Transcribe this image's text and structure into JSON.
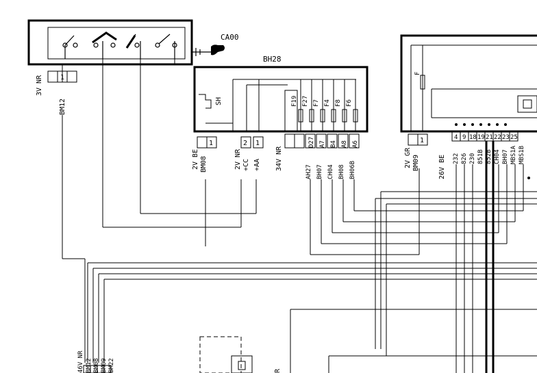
{
  "components": {
    "ignition_switch": {
      "connector_id": "CA00"
    },
    "fuse_box": {
      "id": "BH28",
      "fuses": [
        "F19",
        "F27",
        "F7",
        "F4",
        "F8",
        "F6"
      ],
      "shunt": "SH"
    },
    "right_unit": {
      "fuse_label": "F"
    }
  },
  "connectors": {
    "bm12": {
      "spec": "3V NR",
      "pins": [
        "",
        "1",
        ""
      ],
      "name": "BM12"
    },
    "bm08": {
      "spec": "2V BE",
      "pins": [
        "",
        "1"
      ],
      "name": "BM08"
    },
    "cc": {
      "spec": "2V NR",
      "pins": [
        "2",
        "1"
      ],
      "wires": [
        "+CC",
        "+AA"
      ]
    },
    "v34": {
      "spec": "34V NR",
      "pins": [
        "",
        "",
        "D27",
        "A7",
        "B4",
        "A8",
        "A6"
      ],
      "wires": [
        "AH27",
        "BH07",
        "CH04",
        "BH08",
        "BH06B"
      ]
    },
    "bm09": {
      "spec": "2V GR",
      "pins": [
        "",
        "1"
      ],
      "name": "BM09"
    },
    "v26": {
      "spec": "26V BE",
      "pins": [
        "4",
        "9",
        "18",
        "19",
        "21",
        "22",
        "23",
        "25"
      ],
      "wires": [
        "232",
        "826",
        "230",
        "851B",
        "852B",
        "CH04",
        "BH07",
        "MBS1A",
        "MBS1B"
      ]
    },
    "v46": {
      "spec": "46V NR",
      "wires": [
        "BM12",
        "BM08",
        "BM09",
        "BM22"
      ]
    }
  },
  "bottom": {
    "partial_label": "R"
  },
  "colors": {
    "ink": "#000000",
    "paper": "#ffffff"
  }
}
